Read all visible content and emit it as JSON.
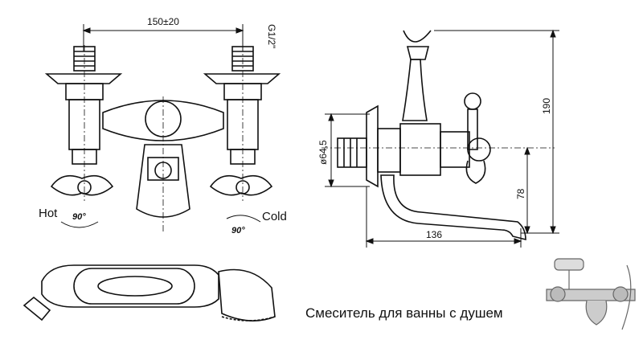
{
  "front_view": {
    "dimension_spacing": "150±20",
    "thread_label": "G1/2\"",
    "hot_label": "Hot",
    "cold_label": "Cold",
    "rotation_hot": "90°",
    "rotation_cold": "90°"
  },
  "side_view": {
    "dimension_diameter": "ø64,5",
    "dimension_height": "190",
    "dimension_spout_height": "78",
    "dimension_length": "136"
  },
  "caption": "Смеситель для ванны с душем"
}
